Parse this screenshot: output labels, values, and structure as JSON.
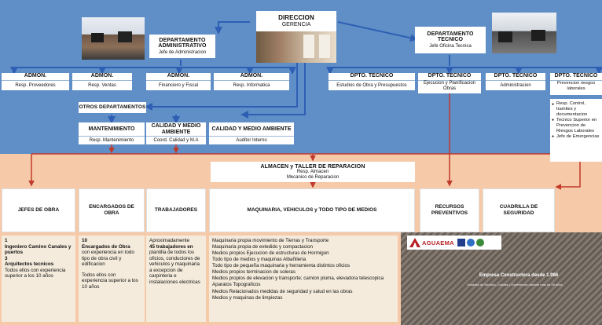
{
  "direccion": {
    "title": "DIRECCION",
    "subtitle": "GERENCIA"
  },
  "dept_admin": {
    "title": "DEPARTAMENTO ADMINISTRATIVO",
    "subtitle": "Jefe de Administracion"
  },
  "dept_tecnico": {
    "title": "DEPARTAMENTO TECNICO",
    "subtitle": "Jefe Oficina Tecnica"
  },
  "admon_row": [
    {
      "title": "ADMON.",
      "subtitle": "Resp. Proveedores"
    },
    {
      "title": "ADMON.",
      "subtitle": "Resp. Ventas"
    },
    {
      "title": "ADMON.",
      "subtitle": "Financiero y Fiscal"
    },
    {
      "title": "ADMON.",
      "subtitle": "Resp. Informatica"
    }
  ],
  "tecnico_row": [
    {
      "title": "DPTO. TECNICO",
      "subtitle": "Estudios de Obra y Presupuestos"
    },
    {
      "title": "DPTO. TECNICO",
      "subtitle": "Ejecucion y Planificacion Obras"
    },
    {
      "title": "DPTO. TECNICO",
      "subtitle": "Administracion"
    },
    {
      "title": "DPTO. TECNICO",
      "subtitle": "Prevencion riesgos laborales"
    }
  ],
  "otros": {
    "title": "OTROS DEPARTAMENTOS"
  },
  "otros_row": [
    {
      "title": "MANTENIMIENTO",
      "subtitle": "Resp. Mantenimiento"
    },
    {
      "title": "CALIDAD Y MEDIO AMBIENTE",
      "subtitle": "Coord. Calidad y M.A"
    },
    {
      "title": "CALIDAD Y MEDIO AMBIENTE",
      "subtitle": "Auditor Interno"
    }
  ],
  "prevencion_list": [
    "Resp. Control, tramites y documentacion",
    "Tecnico Superior en Prevencion de Riesgos Laborales",
    "Jefe de Emergencias"
  ],
  "almacen": {
    "title": "ALMACEN y TALLER DE REPARACION",
    "line1": "Resp. Almacen",
    "line2": "Mecanico de Reparacion"
  },
  "categories": [
    "JEFES DE OBRA",
    "ENCARGADOS DE OBRA",
    "TRABAJADORES",
    "MAQUINARIA,  VEHICULOS y TODO TIPO DE MEDIOS",
    "RECURSOS PREVENTIVOS",
    "CUADRILLA DE SEGURIDAD"
  ],
  "desc_jefes": {
    "l1": "1",
    "l2": "Ingeniero Camino Canales y puertos",
    "l3": "3",
    "l4": "Arquitectos tecnicos",
    "l5": "Todos ellos con experiencia superior a los 10 años"
  },
  "desc_encargados": {
    "l1": "10",
    "l2": "Encargados de Obra",
    "l3": "con experiencia en todo tipo de obra civil y edificacion",
    "l4": "Todos ellos con experiencia superior a los 10 años"
  },
  "desc_trabajadores": {
    "l1": "Aproximadamente",
    "l2": "45 trabajadores en",
    "l3": "plantilla de todos los oficios, conductores de vehiculos y maquinaria a excepcion de carpinteria e instalaciones electricas"
  },
  "desc_maquinaria": [
    "Maquinaria propia movimiento de Tierras y Transporte",
    "Maquinaria propia de extedido y compactacion",
    "Medios propios Ejecucion de estructuras de Hormigon",
    "Todo tipo de medios y maquinas Albañileria",
    "Todo tipo de pequeña maquinaria y herramienta distintos oficios",
    "Medios propios terminacion de soleras",
    "Medios propios de elevacion y transporte; camion pluma, elevadora telescopica",
    "Aparatos Topograficos",
    "Medios Relacionados medidas de seguridad  y salud en las obras",
    "Medios y maquinas de limpiezas"
  ],
  "logo": {
    "brand": "AGUAEMA",
    "tagline": "Empresa Constructora desde 1.986",
    "subline": "Garantia de Servicio, Calidad y Experiencia durante más de 30 años"
  },
  "colors": {
    "top_bg": "#5f8fc6",
    "bottom_bg": "#f6c9a8",
    "arrow_blue": "#2f5fb4",
    "arrow_red": "#c0392b",
    "logo_red": "#b51e23"
  }
}
